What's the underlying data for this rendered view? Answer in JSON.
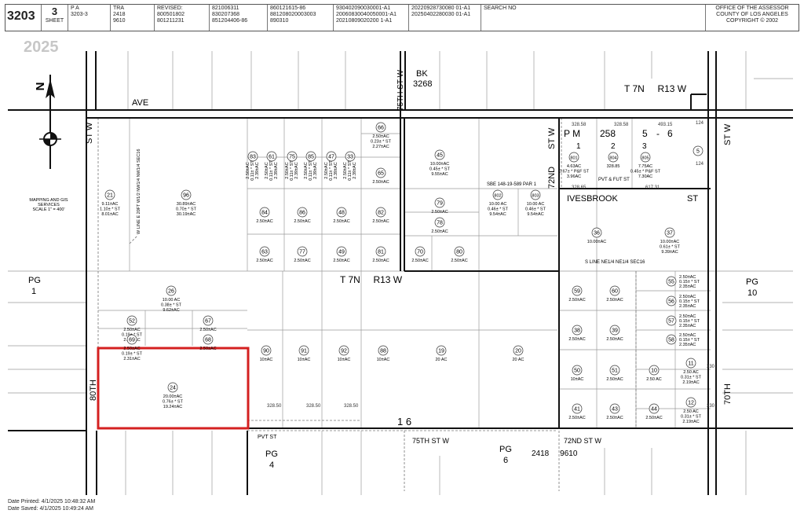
{
  "header": {
    "book": "3203",
    "sheet_number": "3",
    "sheet_label": "SHEET",
    "pa_label": "P A",
    "pa_value": "3203-3",
    "tra_label": "TRA",
    "tra_values": [
      "2418",
      "9610"
    ],
    "revised_label": "REVISED:",
    "revised_values": [
      "800501802",
      "801211231"
    ],
    "rev_col2": [
      "821006311",
      "830207368",
      "851204406-86"
    ],
    "rev_col3": [
      "860121615-86",
      "881208020003003",
      "890310"
    ],
    "rev_col4": [
      "930402090030001-A1",
      "20060830040050001-A1",
      "20210809020200 1-A1"
    ],
    "rev_col5": [
      "20220928730080 01-A1",
      "20250402280030 01-A1"
    ],
    "search_label": "SEARCH NO",
    "office_lines": [
      "OFFICE OF THE ASSESSOR",
      "COUNTY OF LOS ANGELES",
      "COPYRIGHT © 2002"
    ]
  },
  "watermark_year": "2025",
  "north": {
    "letter": "N",
    "mapping_lines": [
      "MAPPING AND GIS",
      "SERVICES",
      "SCALE 1\" = 400'"
    ]
  },
  "streets": {
    "ave": "AVE",
    "st_w_left": "ST W",
    "80th": "80TH",
    "75th_st_w_top": "75TH ST W",
    "72nd": "72ND",
    "st_w_72": "ST W",
    "ivesbrook": "IVESBROOK",
    "ivesbrook_st": "ST",
    "70th": "70TH",
    "st_w_right": "ST W",
    "pvt_st": "PVT ST",
    "75th_st_w_bottom": "75TH ST W",
    "72nd_st_w_bottom": "72ND ST W"
  },
  "labels": {
    "bk": "BK",
    "bk_num": "3268",
    "t7n_r13w_top": "T 7N     R13 W",
    "t7n_r13w_mid": "T 7N     R13 W",
    "section": "1 6",
    "pm": "P M",
    "pm_num": "258",
    "pm_parts": [
      "1",
      "2",
      "5",
      "-",
      "6",
      "3"
    ],
    "pg1": [
      "PG",
      "1"
    ],
    "pg4": [
      "PG",
      "4"
    ],
    "pg6": [
      "PG",
      "6"
    ],
    "pg10": [
      "PG",
      "10"
    ],
    "tra_bottom": "2418     9610",
    "w_line": "W LINE E 20FT W1/2 NW1/4 NW1/4 SEC16",
    "s_line": "S LINE NE1/4 NE1/4 SEC16",
    "sbe1": "SBE 148-19-589 PAR 1",
    "pvt_fut": "PVT & FUT ST"
  },
  "parcels": [
    {
      "id": "21",
      "lines": [
        "9.11±AC",
        "1.10± * ST",
        "8.01±AC"
      ]
    },
    {
      "id": "96",
      "lines": [
        "30.89±AC",
        "0.70± * ST",
        "30.19±AC"
      ]
    },
    {
      "id": "26",
      "lines": [
        "10.00 AC",
        "0.38± * ST",
        "9.62±AC"
      ]
    },
    {
      "id": "52",
      "lines": [
        "2.50±AC",
        "0.19± * ST",
        "2.31±AC"
      ]
    },
    {
      "id": "69",
      "lines": [
        "2.50±AC",
        "0.19± * ST",
        "2.31±AC"
      ]
    },
    {
      "id": "67",
      "lines": [
        "2.50±AC"
      ]
    },
    {
      "id": "68",
      "lines": [
        "2.50±AC"
      ]
    },
    {
      "id": "24",
      "lines": [
        "20.00±AC",
        "0.76± * ST",
        "19.24±AC"
      ]
    },
    {
      "id": "66",
      "lines": [
        "2.50±AC",
        "0.23± * ST",
        "2.27±AC"
      ]
    },
    {
      "id": "65",
      "lines": [
        "2.50±AC"
      ]
    },
    {
      "id": "45",
      "lines": [
        "10.00±AC",
        "0.45± * ST",
        "9.55±AC"
      ]
    },
    {
      "id": "84",
      "lines": [
        "2.50±AC"
      ]
    },
    {
      "id": "86",
      "lines": [
        "2.50±AC"
      ]
    },
    {
      "id": "48",
      "lines": [
        "2.50±AC"
      ]
    },
    {
      "id": "82",
      "lines": [
        "2.50±AC"
      ]
    },
    {
      "id": "63",
      "lines": [
        "2.50±AC"
      ]
    },
    {
      "id": "77",
      "lines": [
        "2.50±AC"
      ]
    },
    {
      "id": "49",
      "lines": [
        "2.50±AC"
      ]
    },
    {
      "id": "81",
      "lines": [
        "2.50±AC"
      ]
    },
    {
      "id": "79",
      "lines": [
        "2.50±AC"
      ]
    },
    {
      "id": "78",
      "lines": [
        "2.50±AC"
      ]
    },
    {
      "id": "70",
      "lines": [
        "2.50±AC"
      ]
    },
    {
      "id": "80",
      "lines": [
        "2.50±AC"
      ]
    },
    {
      "id": "802",
      "lines": [
        "10.00 AC",
        "0.46± * ST",
        "9.54±AC"
      ]
    },
    {
      "id": "803",
      "lines": [
        "10.00 AC",
        "0.46± * ST",
        "9.54±AC"
      ]
    },
    {
      "id": "801",
      "lines": [
        "4.63AC",
        "0.67± * P&F ST",
        "3.96AC"
      ]
    },
    {
      "id": "804",
      "lines": [
        "328.85"
      ]
    },
    {
      "id": "805",
      "lines": [
        "7.75AC",
        "0.45± * P&F ST",
        "7.30AC"
      ]
    },
    {
      "id": "5",
      "lines": []
    },
    {
      "id": "36",
      "lines": [
        "10.00±AC"
      ]
    },
    {
      "id": "37",
      "lines": [
        "10.00±AC",
        "0.61± * ST",
        "9.39±AC"
      ]
    },
    {
      "id": "90",
      "lines": [
        "10±AC"
      ]
    },
    {
      "id": "91",
      "lines": [
        "10±AC"
      ]
    },
    {
      "id": "92",
      "lines": [
        "10±AC"
      ]
    },
    {
      "id": "88",
      "lines": [
        "10±AC"
      ]
    },
    {
      "id": "19",
      "lines": [
        "20 AC"
      ]
    },
    {
      "id": "20",
      "lines": [
        "20 AC"
      ]
    },
    {
      "id": "59",
      "lines": [
        "2.50±AC"
      ]
    },
    {
      "id": "60",
      "lines": [
        "2.50±AC"
      ]
    },
    {
      "id": "38",
      "lines": [
        "2.50±AC"
      ]
    },
    {
      "id": "39",
      "lines": [
        "2.50±AC"
      ]
    },
    {
      "id": "50",
      "lines": [
        "10±AC"
      ]
    },
    {
      "id": "51",
      "lines": [
        "2.50±AC"
      ]
    },
    {
      "id": "10",
      "lines": [
        "2.50 AC"
      ]
    },
    {
      "id": "41",
      "lines": [
        "2.50±AC"
      ]
    },
    {
      "id": "43",
      "lines": [
        "2.50±AC"
      ]
    },
    {
      "id": "44",
      "lines": [
        "2.50±AC"
      ]
    },
    {
      "id": "55",
      "lines": [
        "2.50±AC",
        "0.15± * ST",
        "2.35±AC"
      ]
    },
    {
      "id": "56",
      "lines": [
        "2.50±AC",
        "0.15± * ST",
        "2.35±AC"
      ]
    },
    {
      "id": "57",
      "lines": [
        "2.50±AC",
        "0.15± * ST",
        "2.35±AC"
      ]
    },
    {
      "id": "58",
      "lines": [
        "2.50±AC",
        "0.15± * ST",
        "2.35±AC"
      ]
    },
    {
      "id": "11",
      "lines": [
        "2.50 AC",
        "0.31± * ST",
        "2.19±AC"
      ]
    },
    {
      "id": "12",
      "lines": [
        "2.50 AC",
        "0.31± * ST",
        "2.19±AC"
      ]
    },
    {
      "id": "83",
      "lines": [
        "2.50±AC",
        "0.11± * ST",
        "2.39±AC"
      ]
    },
    {
      "id": "61",
      "lines": [
        "2.50±AC",
        "0.11± * ST",
        "2.39±AC"
      ]
    },
    {
      "id": "75",
      "lines": [
        "2.50±AC",
        "0.11± * ST",
        "2.39±AC"
      ]
    },
    {
      "id": "85",
      "lines": [
        "2.50±AC",
        "0.11± * ST",
        "2.39±AC"
      ]
    },
    {
      "id": "47",
      "lines": [
        "2.50±AC",
        "0.11± * ST",
        "2.39±AC"
      ]
    },
    {
      "id": "33",
      "lines": [
        "2.50±AC",
        "0.11± * ST",
        "2.39±AC"
      ]
    }
  ],
  "dimensions": [
    "328.50",
    "328.50",
    "328.50",
    "328.58",
    "328.58",
    "493.15",
    "328.65",
    "617.31",
    "330",
    "330",
    "124",
    "124"
  ],
  "footer": {
    "printed": "Date Printed: 4/1/2025 10:48:32 AM",
    "saved": "Date Saved: 4/1/2025 10:49:24 AM"
  }
}
